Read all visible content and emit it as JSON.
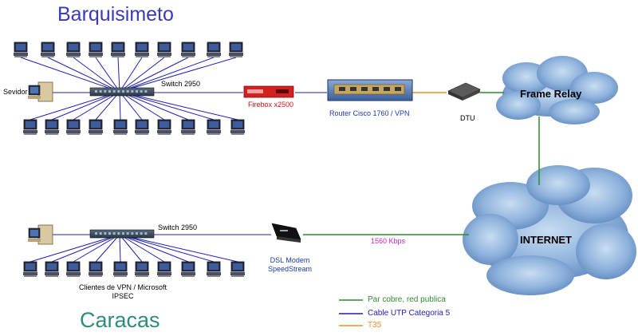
{
  "sites": {
    "top": {
      "name": "Barquisimeto"
    },
    "bottom": {
      "name": "Caracas"
    }
  },
  "devices": {
    "server_top": "Sevidor",
    "switch_top": "Switch 2950",
    "firewall": "Firebox x2500",
    "router": "Router Cisco 1760 / VPN",
    "dtu": "DTU",
    "switch_bottom": "Switch 2950",
    "dsl_modem": "DSL Modem\nSpeedStream",
    "vpn_clients": "Clientes de VPN / Microsoft\nIPSEC"
  },
  "clouds": {
    "frame_relay": "Frame Relay",
    "internet": "INTERNET"
  },
  "link_labels": {
    "dsl_speed": "1560 Kbps"
  },
  "legend": [
    {
      "label": "Par cobre, red publica",
      "color": "#2e8b2e",
      "text_color": "#2e8b2e"
    },
    {
      "label": "Cable UTP Categoria 5",
      "color": "#1f1fb4",
      "text_color": "#1f1fb4"
    },
    {
      "label": "T35",
      "color": "#e8902e",
      "text_color": "#e8902e"
    }
  ],
  "colors": {
    "utp": "#1f1fb4",
    "copper": "#2e8b2e",
    "t35": "#e8902e",
    "cloud": "#7fa7d6",
    "firewall": "#d42020"
  }
}
